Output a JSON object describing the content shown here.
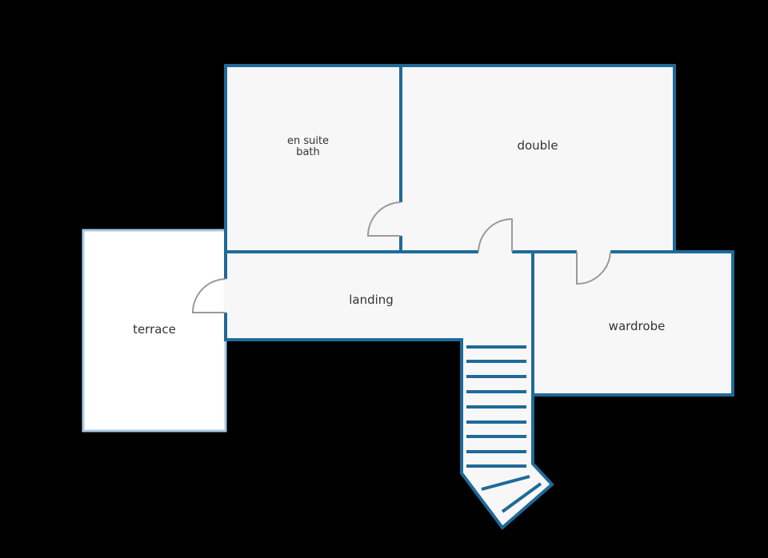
{
  "colors": {
    "background": "#000000",
    "wall": "#1f6a99",
    "room_fill": "#f7f7f7",
    "terrace_fill": "#ffffff",
    "terrace_border": "#a9cbe3",
    "door": "#9a9a9a",
    "label": "#333333"
  },
  "rooms": {
    "en_suite_line1": "en suite",
    "en_suite_line2": "bath",
    "double": "double",
    "landing": "landing",
    "terrace": "terrace",
    "wardrobe": "wardrobe"
  }
}
